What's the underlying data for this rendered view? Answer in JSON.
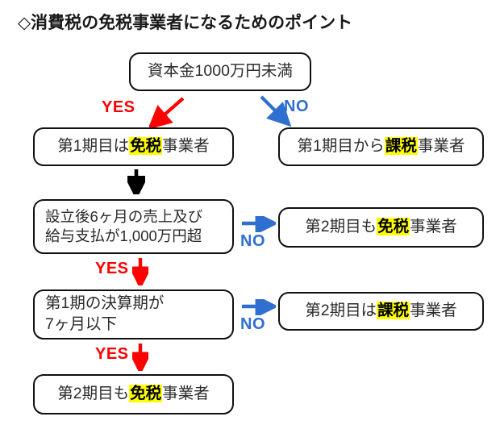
{
  "title": "◇消費税の免税事業者になるためのポイント",
  "colors": {
    "yes": "#ff0000",
    "no": "#2e6fd0",
    "highlight": "#ffff00",
    "border": "#101010",
    "text": "#2b2b2b",
    "background": "#ffffff"
  },
  "nodes": {
    "capital": {
      "lines": [
        "資本金1000万円未満"
      ],
      "align": "center"
    },
    "first_period_exempt": {
      "pre": "第1期目は",
      "highlight": "免税",
      "post": "事業者"
    },
    "first_period_taxable": {
      "pre": "第1期目から",
      "highlight": "課税",
      "post": "事業者"
    },
    "six_month_sales": {
      "line1": "設立後6ヶ月の売上及び",
      "line2": "給与支払が1,000万円超"
    },
    "second_period_exempt_a": {
      "pre": "第2期目も",
      "highlight": "免税",
      "post": "事業者"
    },
    "first_settlement": {
      "line1": "第1期の決算期が",
      "line2": "7ヶ月以下"
    },
    "second_period_taxable": {
      "pre": "第2期目は",
      "highlight": "課税",
      "post": "事業者"
    },
    "second_period_exempt_b": {
      "pre": "第2期目も",
      "highlight": "免税",
      "post": "事業者"
    }
  },
  "labels": {
    "yes_1": "YES",
    "no_1": "NO",
    "no_2": "NO",
    "yes_2": "YES",
    "no_3": "NO",
    "yes_3": "YES"
  },
  "arrows": {
    "diagonal_yes": "red-diagonal-down-left-arrow",
    "diagonal_no": "blue-diagonal-down-right-arrow",
    "down_black": "black-down-arrow",
    "right_no_1": "blue-right-arrow",
    "down_yes_1": "red-down-arrow",
    "right_no_2": "blue-right-arrow",
    "down_yes_2": "red-down-arrow"
  }
}
